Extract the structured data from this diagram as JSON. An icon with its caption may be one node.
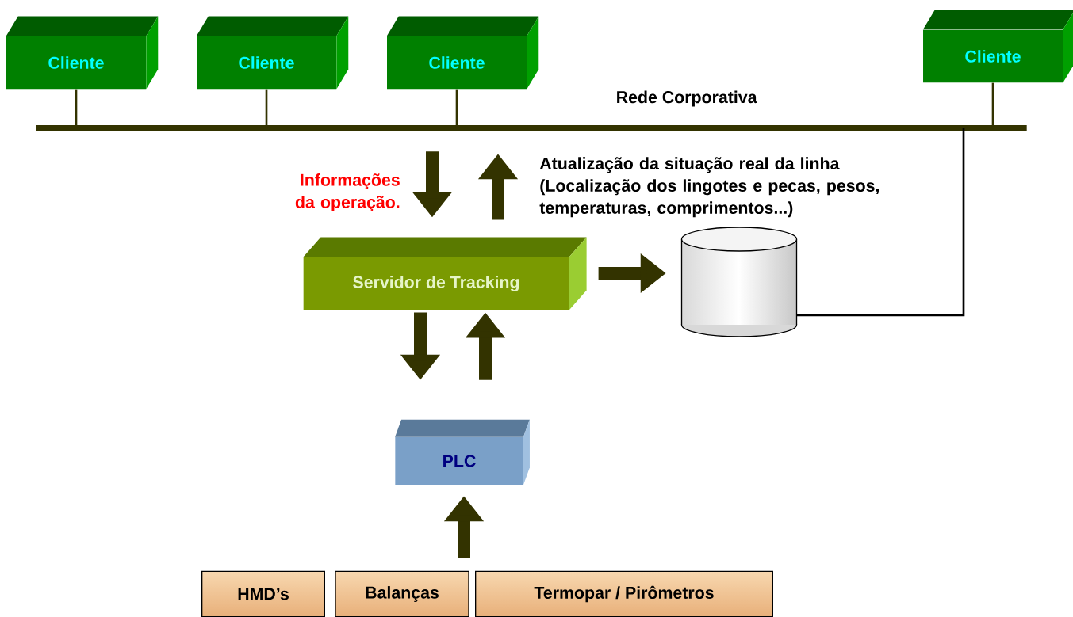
{
  "diagram": {
    "nodes": [
      {
        "text": [
          "Cliente"
        ]
      },
      {
        "text": [
          "Cliente"
        ]
      },
      {
        "text": [
          "Cliente"
        ]
      },
      {
        "text": [
          "Cliente"
        ]
      },
      {
        "text": [
          "Rede Corporativa"
        ]
      },
      {
        "text": [
          "Servidor de  Tracking"
        ]
      },
      {
        "text": [],
        "shape": "cylinder"
      },
      {
        "text": [
          "PLC"
        ]
      },
      {
        "text": [
          "HMD’s"
        ]
      },
      {
        "text": [
          "Balanças"
        ]
      },
      {
        "text": [
          "Termopar / Pirômetros"
        ]
      }
    ],
    "edges": [
      {
        "from": 0,
        "to": 4,
        "arrow": "none"
      },
      {
        "from": 1,
        "to": 4,
        "arrow": "none"
      },
      {
        "from": 2,
        "to": 4,
        "arrow": "none"
      },
      {
        "from": 3,
        "to": 4,
        "arrow": "none"
      },
      {
        "from": 6,
        "to": 4,
        "arrow": "none",
        "color": "#000000"
      },
      {
        "from": 4,
        "to": 5,
        "arrow": "to",
        "label": "Informações da operação."
      },
      {
        "from": 5,
        "to": 4,
        "arrow": "to",
        "label": "Atualização da situação real da linha (Localização dos lingotes e pecas, pesos, temperaturas, comprimentos...)"
      },
      {
        "from": 5,
        "to": 6,
        "arrow": "to"
      },
      {
        "from": 5,
        "to": 7,
        "arrow": "to"
      },
      {
        "from": 7,
        "to": 5,
        "arrow": "to"
      },
      {
        "from": 9,
        "to": 7,
        "arrow": "to"
      }
    ]
  }
}
